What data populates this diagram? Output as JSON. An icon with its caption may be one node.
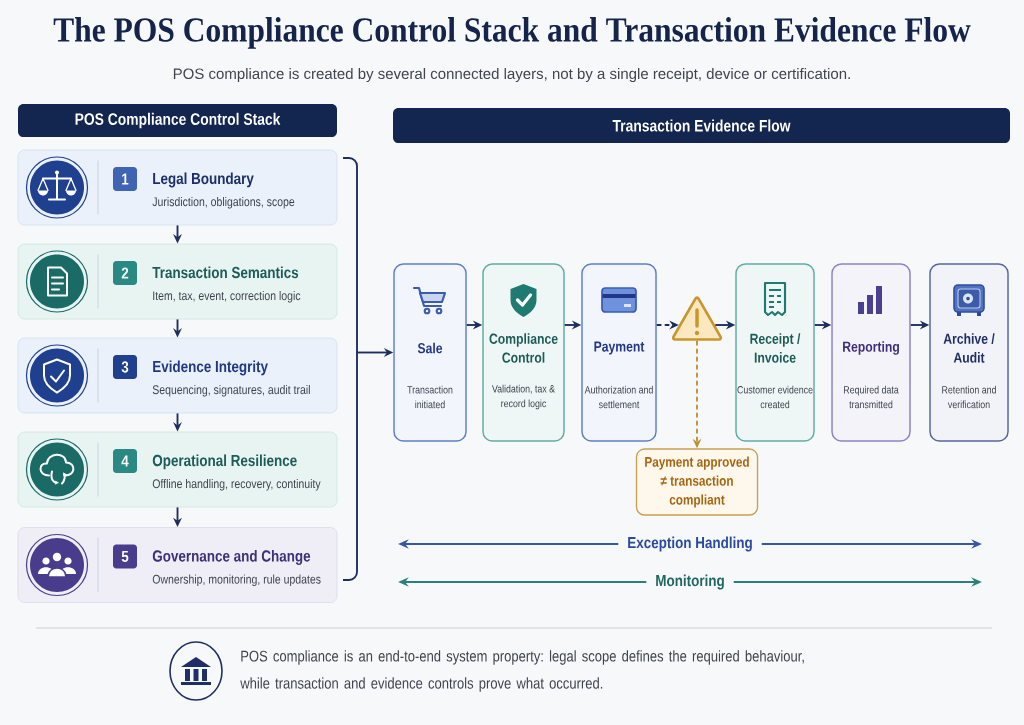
{
  "diagram": {
    "title": "The POS Compliance Control Stack and Transaction Evidence Flow",
    "caption": "POS compliance is an end-to-end system property: legal scope defines the required behaviour, while transaction and evidence controls prove what occurred.",
    "nodes": [
      {
        "text": [
          "POS Compliance Control Stack"
        ]
      },
      {
        "text": [
          "Transaction Evidence Flow"
        ]
      },
      {
        "text": [
          "Legal Boundary",
          "Jurisdiction, obligations, scope"
        ]
      },
      {
        "text": [
          "1"
        ],
        "in": 2
      },
      {
        "text": [
          "Transaction Semantics",
          "Item, tax, event, correction logic"
        ]
      },
      {
        "text": [
          "2"
        ],
        "in": 4
      },
      {
        "text": [
          "Evidence Integrity",
          "Sequencing, signatures, audit trail"
        ]
      },
      {
        "text": [
          "3"
        ],
        "in": 6
      },
      {
        "text": [
          "Operational Resilience",
          "Offline handling, recovery, continuity"
        ]
      },
      {
        "text": [
          "4"
        ],
        "in": 8
      },
      {
        "text": [
          "Governance and Change",
          "Ownership, monitoring, rule updates"
        ]
      },
      {
        "text": [
          "5"
        ],
        "in": 10
      },
      {
        "text": [],
        "shape": "bracket"
      },
      {
        "text": [
          "Sale",
          "Transaction initiated"
        ]
      },
      {
        "text": [
          "Compliance Control",
          "Validation, tax & record logic"
        ]
      },
      {
        "text": [
          "Payment",
          "Authorization and settlement"
        ]
      },
      {
        "text": [],
        "shape": "triangle"
      },
      {
        "text": [
          "Receipt / Invoice",
          "Customer evidence created"
        ]
      },
      {
        "text": [
          "Reporting",
          "Required data transmitted"
        ]
      },
      {
        "text": [
          "Archive / Audit",
          "Retention and verification"
        ]
      },
      {
        "text": [
          "Payment approved ≠ transaction compliant"
        ]
      }
    ],
    "edges": [
      {
        "from": 2,
        "to": 4,
        "arrow": "to"
      },
      {
        "from": 4,
        "to": 6,
        "arrow": "to"
      },
      {
        "from": 6,
        "to": 8,
        "arrow": "to"
      },
      {
        "from": 8,
        "to": 10,
        "arrow": "to"
      },
      {
        "from": 12,
        "to": 13,
        "arrow": "to"
      },
      {
        "from": 13,
        "to": 14,
        "arrow": "to"
      },
      {
        "from": 14,
        "to": 15,
        "arrow": "to"
      },
      {
        "from": 15,
        "to": 16,
        "arrow": "to",
        "style": "dashed"
      },
      {
        "from": 16,
        "to": 17,
        "arrow": "to"
      },
      {
        "from": 17,
        "to": 18,
        "arrow": "to"
      },
      {
        "from": 18,
        "to": 19,
        "arrow": "to"
      },
      {
        "from": 16,
        "to": 20,
        "arrow": "to",
        "style": "dashed",
        "color": "#c0902e"
      }
    ],
    "labels": [
      "POS compliance is created by several connected layers, not by a single receipt, device or certification.",
      "Exception Handling",
      "Monitoring"
    ]
  }
}
